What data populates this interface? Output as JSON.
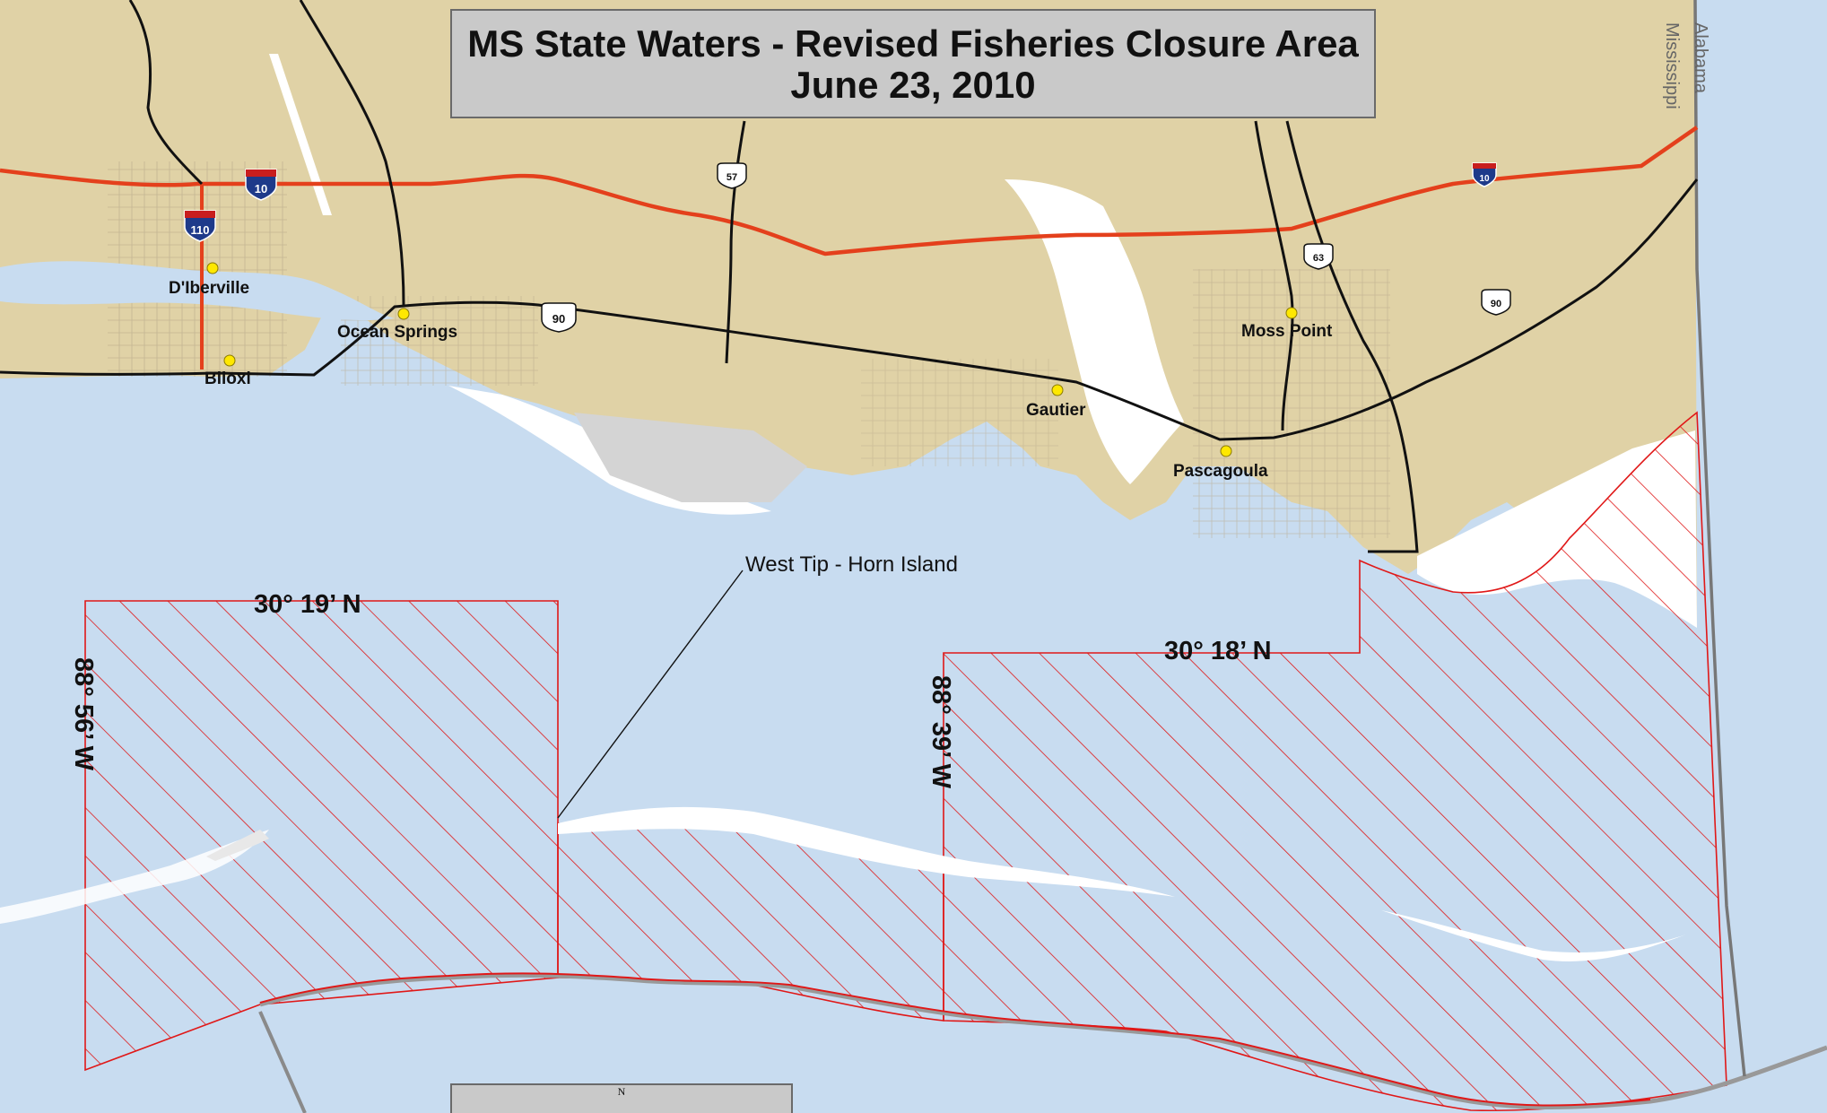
{
  "title": {
    "line1": "MS State Waters - Revised Fisheries Closure Area",
    "line2": "June 23, 2010"
  },
  "states": {
    "alabama": "Alabama",
    "mississippi": "Mississippi"
  },
  "towns": {
    "dIberville": "D'Iberville",
    "biloxi": "Biloxi",
    "oceanSprings": "Ocean Springs",
    "gautier": "Gautier",
    "mossPoint": "Moss Point",
    "pascagoula": "Pascagoula"
  },
  "highways": {
    "i10": "10",
    "i110": "110",
    "us90": "90",
    "ms57": "57",
    "ms63": "63"
  },
  "coordinates": {
    "lat_west": "30° 19’ N",
    "lat_east": "30° 18’ N",
    "lon_west": "88° 56’ W",
    "lon_east": "88° 39’ W"
  },
  "callout": {
    "horn_island": "West Tip - Horn Island"
  },
  "north_arrow": "N",
  "colors": {
    "water": "#c8dcf0",
    "land": "#e0d2a6",
    "urban": "#d2c6a0",
    "marsh": "#ffffff",
    "interstate": "#e4401c",
    "road": "#000000",
    "closure": "#e01818",
    "title_box": "#c9c9c9"
  }
}
